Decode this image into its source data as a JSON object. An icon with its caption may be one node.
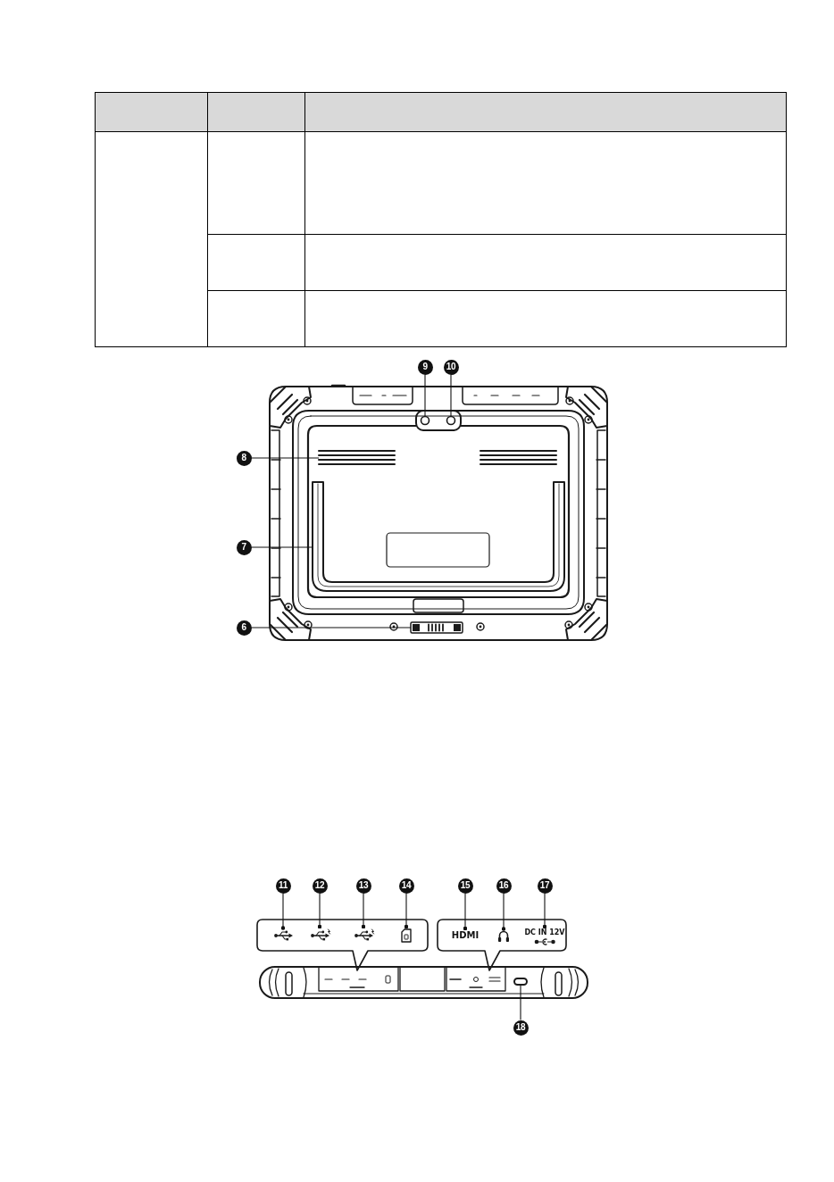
{
  "diagram": {
    "nodes": [
      {
        "text": [
          "9"
        ]
      },
      {
        "text": [
          "10"
        ]
      },
      {
        "text": [
          "8"
        ]
      },
      {
        "text": [
          "7"
        ]
      },
      {
        "text": [
          "6"
        ]
      },
      {
        "text": [],
        "shape": "circle"
      },
      {
        "text": [],
        "shape": "circle"
      },
      {
        "text": [],
        "shape": "picture"
      },
      {
        "text": [],
        "shape": "picture"
      },
      {
        "text": [],
        "shape": "picture"
      },
      {
        "text": [
          "11"
        ]
      },
      {
        "text": [
          "12"
        ]
      },
      {
        "text": [
          "13"
        ]
      },
      {
        "text": [
          "14"
        ]
      },
      {
        "text": [
          "15"
        ]
      },
      {
        "text": [
          "16"
        ]
      },
      {
        "text": [
          "17"
        ]
      },
      {
        "text": [],
        "shape": "picture"
      },
      {
        "text": [],
        "shape": "picture"
      },
      {
        "text": [],
        "shape": "picture"
      },
      {
        "text": [],
        "shape": "picture"
      },
      {
        "text": [
          "HDMI"
        ]
      },
      {
        "text": [],
        "shape": "picture"
      },
      {
        "text": [
          "DC IN 12V"
        ]
      },
      {
        "text": [],
        "shape": "box"
      },
      {
        "text": [
          "18"
        ]
      }
    ],
    "edges": [
      {
        "from": 0,
        "to": 5,
        "arrow": "none"
      },
      {
        "from": 1,
        "to": 6,
        "arrow": "none"
      },
      {
        "from": 2,
        "to": 7,
        "arrow": "none"
      },
      {
        "from": 3,
        "to": 8,
        "arrow": "none"
      },
      {
        "from": 4,
        "to": 9,
        "arrow": "none"
      },
      {
        "from": 10,
        "to": 17,
        "arrow": "other"
      },
      {
        "from": 11,
        "to": 18,
        "arrow": "other"
      },
      {
        "from": 12,
        "to": 19,
        "arrow": "other"
      },
      {
        "from": 13,
        "to": 20,
        "arrow": "other"
      },
      {
        "from": 14,
        "to": 21,
        "arrow": "other"
      },
      {
        "from": 15,
        "to": 22,
        "arrow": "other"
      },
      {
        "from": 16,
        "to": 23,
        "arrow": "other"
      },
      {
        "from": 25,
        "to": 24,
        "arrow": "none"
      }
    ]
  }
}
